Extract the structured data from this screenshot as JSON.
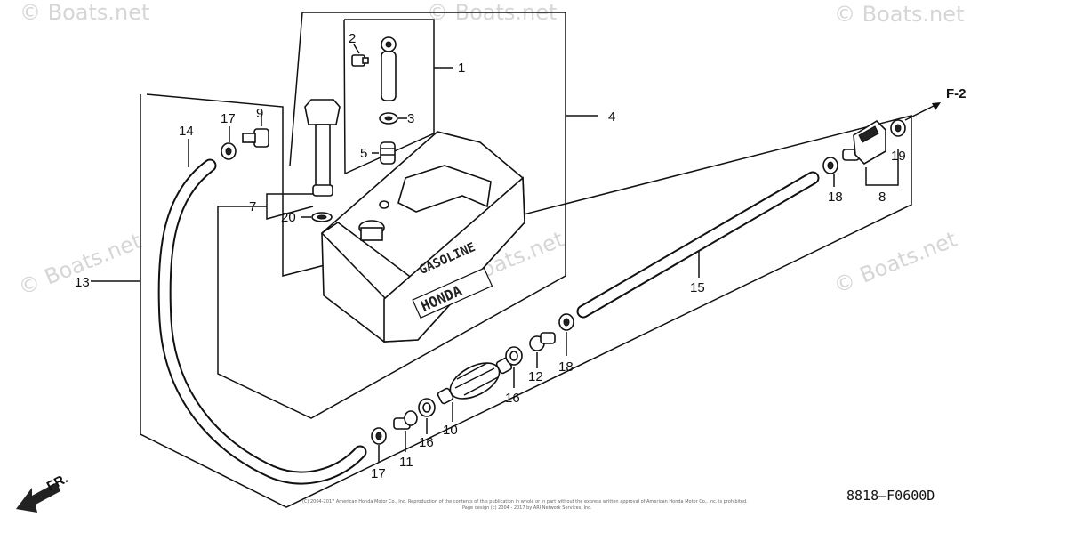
{
  "watermarks": [
    "© Boats.net",
    "© Boats.net",
    "© Boats.net",
    "© Boats.net",
    "© Boats.net",
    "© Boats.net"
  ],
  "callouts": {
    "c1": "1",
    "c2": "2",
    "c3": "3",
    "c4": "4",
    "c5": "5",
    "c7": "7",
    "c8": "8",
    "c9": "9",
    "c10": "10",
    "c11": "11",
    "c12": "12",
    "c13": "13",
    "c14": "14",
    "c15": "15",
    "c16a": "16",
    "c16b": "16",
    "c17a": "17",
    "c17b": "17",
    "c18a": "18",
    "c18b": "18",
    "c19": "19",
    "c20": "20"
  },
  "tank": {
    "label_gasoline": "GASOLINE",
    "label_brand": "HONDA"
  },
  "reference": "F-2",
  "direction_label": "FR.",
  "diagram_code": "8818—F0600D",
  "footer": {
    "line1": "(C) 2004-2017 American Honda Motor Co., Inc. Reproduction of the contents of this publication in whole or in part without the express written approval of American Honda Motor Co., Inc. is prohibited.",
    "line2": "Page design (c) 2004 - 2017 by ARI Network Services, Inc."
  }
}
